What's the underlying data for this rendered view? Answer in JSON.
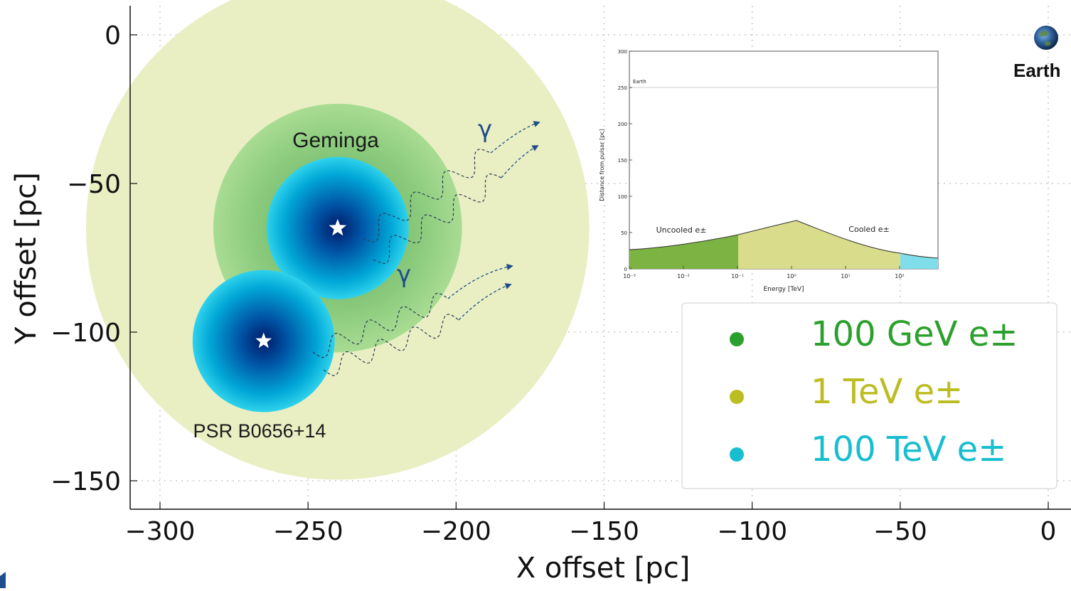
{
  "chart_data": {
    "type": "scatter",
    "xlabel": "X offset [pc]",
    "ylabel": "Y offset [pc]",
    "xlim": [
      -310,
      0
    ],
    "ylim": [
      -160,
      10
    ],
    "xticks": [
      -300,
      -250,
      -200,
      -150,
      -100,
      -50,
      0
    ],
    "yticks": [
      0,
      -50,
      -100,
      -150
    ],
    "xtick_labels": [
      "−300",
      "−250",
      "−200",
      "−150",
      "−100",
      "−50",
      "0"
    ],
    "ytick_labels": [
      "0",
      "−50",
      "−100",
      "−150"
    ],
    "grid": true,
    "legend_position": "right",
    "legend": [
      {
        "label": "100 GeV e±",
        "color": "#2ca02c"
      },
      {
        "label": "1 TeV e±",
        "color": "#bcbd22"
      },
      {
        "label": "100 TeV e±",
        "color": "#17becf"
      }
    ],
    "sources": [
      {
        "name": "Geminga",
        "x": -240,
        "y": -65,
        "radius_100GeV": 85,
        "radius_1TeV": 42,
        "radius_100TeV": 24
      },
      {
        "name": "PSR B0656+14",
        "x": -265,
        "y": -103,
        "radius_100TeV": 24
      }
    ],
    "earth": {
      "label": "Earth",
      "x": 0,
      "y": 0
    },
    "gamma_labels": [
      "γ",
      "γ"
    ],
    "inset": {
      "type": "area",
      "xlabel": "Energy [TeV]",
      "ylabel": "Distance from pulsar [pc]",
      "earth_label": "Earth",
      "earth_line": 250,
      "ylim": [
        0,
        300
      ],
      "yticks": [
        "0",
        "50",
        "100",
        "150",
        "200",
        "250",
        "300"
      ],
      "xtick_labels": [
        "10⁻³",
        "10⁻²",
        "10⁻¹",
        "10⁰",
        "10¹",
        "10²"
      ],
      "annotations": [
        "Uncooled e±",
        "Cooled e±"
      ],
      "regions": [
        {
          "label": "100 GeV",
          "color": "#7cb342"
        },
        {
          "label": "1 TeV",
          "color": "#d9dc8a"
        },
        {
          "label": "100 TeV",
          "color": "#80deea"
        }
      ]
    }
  }
}
